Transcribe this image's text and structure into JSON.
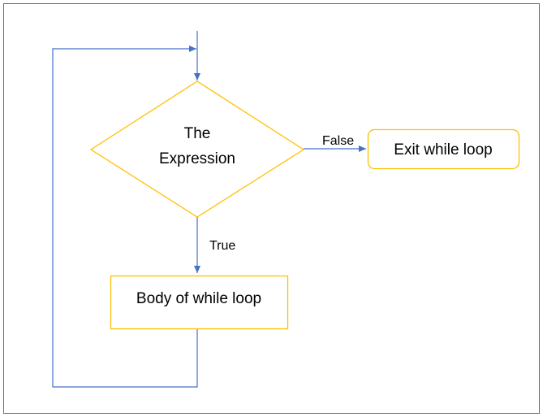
{
  "colors": {
    "frame": "#4472c4",
    "connector": "#4472c4",
    "node_border": "#ffc000",
    "node_fill": "#ffffff",
    "text": "#000000"
  },
  "nodes": {
    "decision": {
      "line1": "The",
      "line2": "Expression"
    },
    "exit": {
      "label": "Exit while loop"
    },
    "body": {
      "label": "Body of while loop"
    }
  },
  "edges": {
    "false_label": "False",
    "true_label": "True"
  }
}
